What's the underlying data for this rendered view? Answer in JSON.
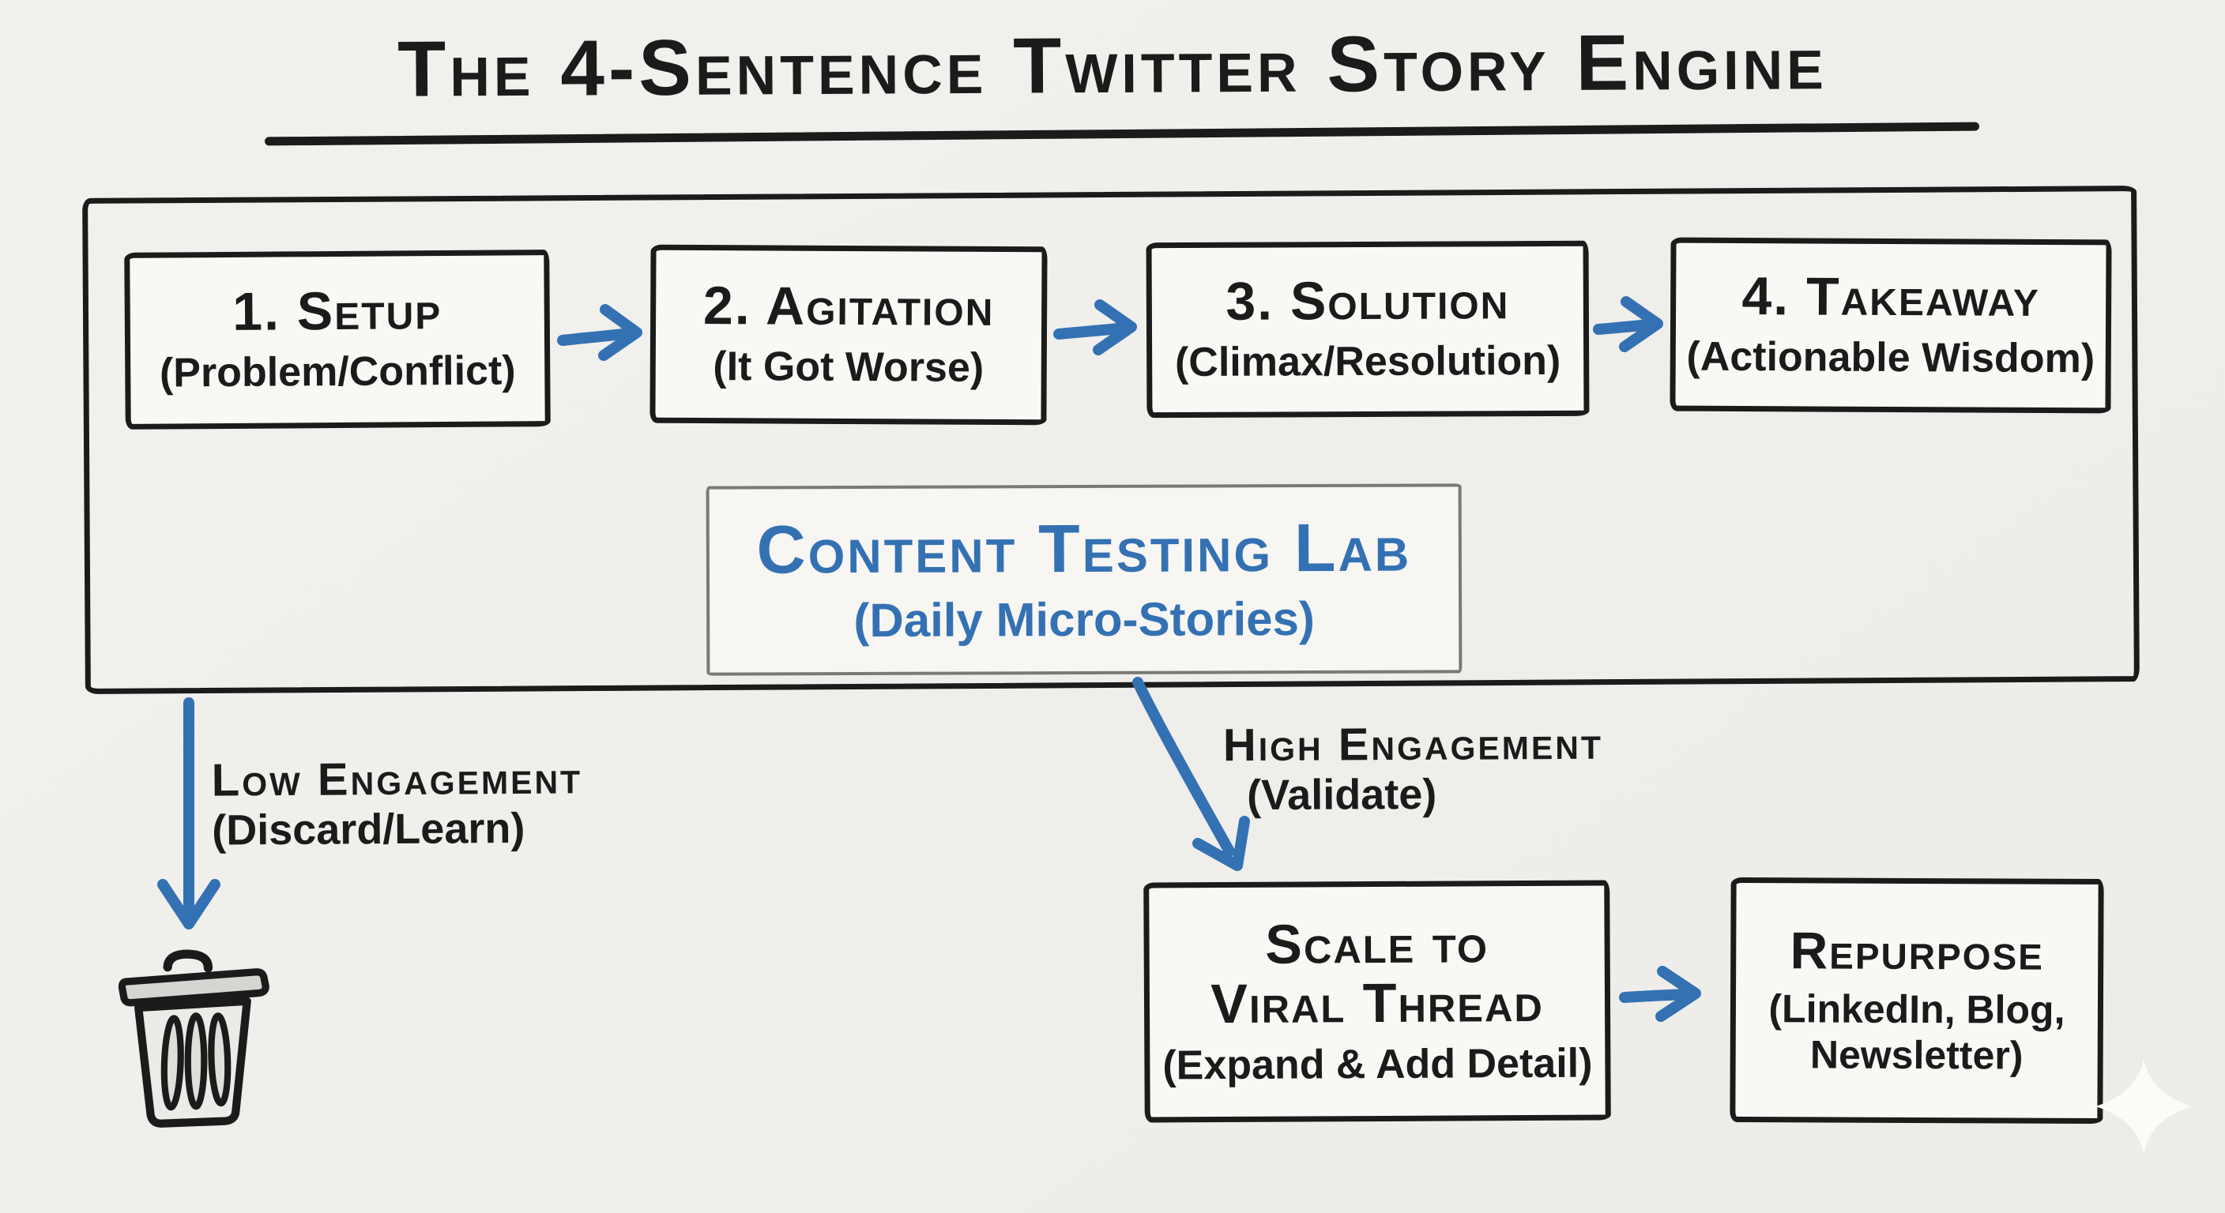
{
  "palette": {
    "background": "#f0efeb",
    "ink": "#1b1b1b",
    "accent_blue": "#3471b3",
    "box_fill": "#f9f8f5",
    "lab_border_gray": "#7a7974",
    "trash_gray": "#d6d5d2"
  },
  "title": {
    "text": "The 4-Sentence Twitter Story Engine"
  },
  "engine": {
    "steps": [
      {
        "heading": "1. Setup",
        "sub": "(Problem/Conflict)"
      },
      {
        "heading": "2. Agitation",
        "sub": "(It Got Worse)"
      },
      {
        "heading": "3. Solution",
        "sub": "(Climax/Resolution)"
      },
      {
        "heading": "4. Takeaway",
        "sub": "(Actionable Wisdom)"
      }
    ],
    "lab": {
      "heading": "Content Testing Lab",
      "sub": "(Daily Micro-Stories)"
    }
  },
  "branches": {
    "low": {
      "heading": "Low Engagement",
      "sub": "(Discard/Learn)"
    },
    "high": {
      "heading": "High Engagement",
      "sub": "(Validate)"
    }
  },
  "outcomes": {
    "scale": {
      "heading_line1": "Scale to",
      "heading_line2": "Viral Thread",
      "sub": "(Expand & Add Detail)"
    },
    "repurpose": {
      "heading": "Repurpose",
      "sub_line1": "(LinkedIn, Blog,",
      "sub_line2": "Newsletter)"
    }
  },
  "icons": {
    "trash": "trash-can-icon",
    "sparkle": "sparkle-icon"
  }
}
